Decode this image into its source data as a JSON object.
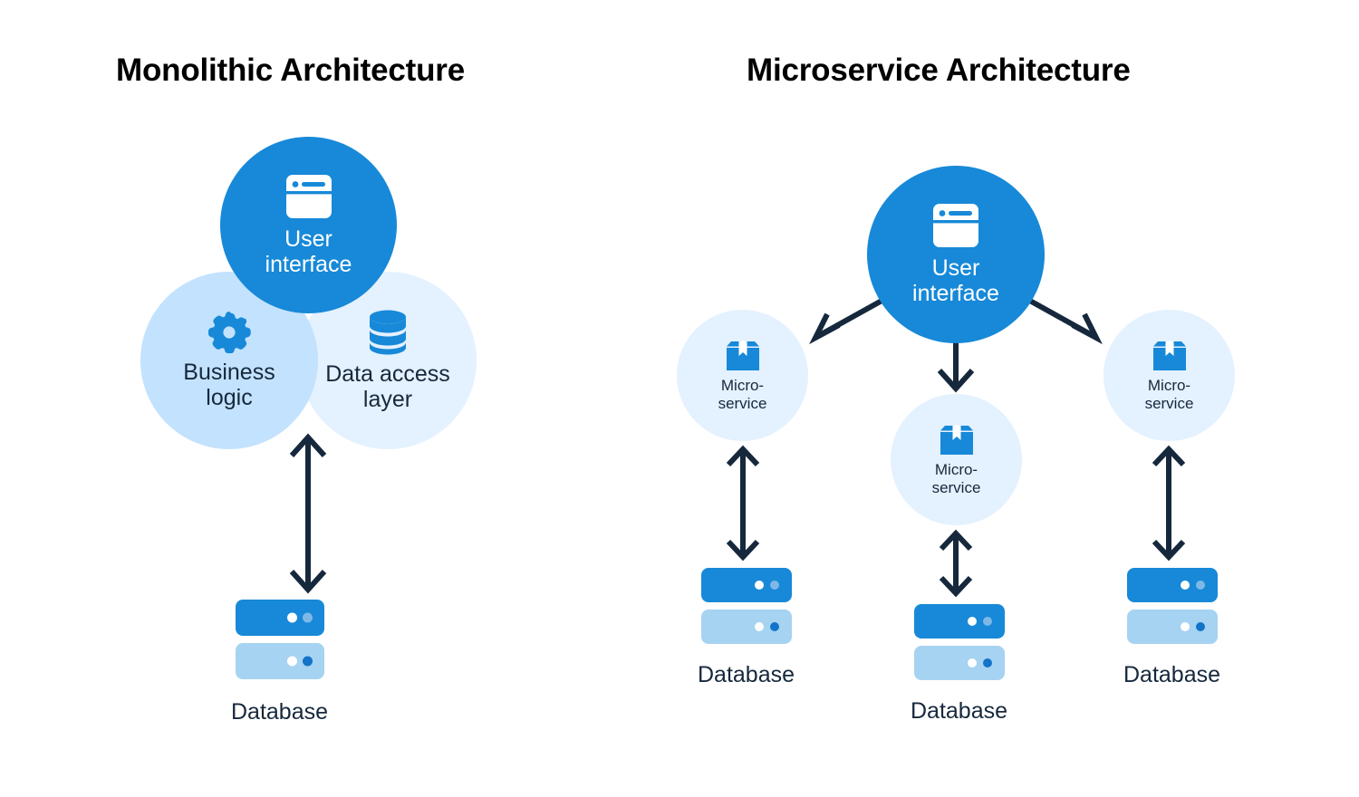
{
  "colors": {
    "primary_blue": "#1789d8",
    "pale_blue": "#e4f1fe",
    "mid_blue": "#c3e2fd",
    "db_light": "#a6d3f2",
    "arrow_navy": "#16283c",
    "text_navy": "#16283c",
    "title_black": "#000000",
    "background": "#ffffff"
  },
  "panels": {
    "monolithic": {
      "title": "Monolithic Architecture",
      "nodes": {
        "user_interface": {
          "label": "User\ninterface",
          "icon": "browser-window-icon"
        },
        "business_logic": {
          "label": "Business\nlogic",
          "icon": "gear-icon"
        },
        "data_access_layer": {
          "label": "Data access\nlayer",
          "icon": "database-cylinder-icon"
        }
      },
      "database": {
        "caption": "Database",
        "icon": "server-stack-icon"
      },
      "connections": [
        {
          "from": "application-layer",
          "to": "database",
          "style": "double-headed-arrow"
        }
      ]
    },
    "microservice": {
      "title": "Microservice Architecture",
      "nodes": {
        "user_interface": {
          "label": "User\ninterface",
          "icon": "browser-window-icon"
        },
        "services": [
          {
            "label": "Micro-\nservice",
            "icon": "package-box-icon",
            "position": "left"
          },
          {
            "label": "Micro-\nservice",
            "icon": "package-box-icon",
            "position": "center"
          },
          {
            "label": "Micro-\nservice",
            "icon": "package-box-icon",
            "position": "right"
          }
        ]
      },
      "databases": [
        {
          "caption": "Database",
          "icon": "server-stack-icon",
          "position": "left"
        },
        {
          "caption": "Database",
          "icon": "server-stack-icon",
          "position": "center"
        },
        {
          "caption": "Database",
          "icon": "server-stack-icon",
          "position": "right"
        }
      ],
      "connections": [
        {
          "from": "user-interface",
          "to": "microservice-left",
          "style": "single-headed-arrow"
        },
        {
          "from": "user-interface",
          "to": "microservice-center",
          "style": "single-headed-arrow"
        },
        {
          "from": "user-interface",
          "to": "microservice-right",
          "style": "single-headed-arrow"
        },
        {
          "from": "microservice-left",
          "to": "database-left",
          "style": "double-headed-arrow"
        },
        {
          "from": "microservice-center",
          "to": "database-center",
          "style": "double-headed-arrow"
        },
        {
          "from": "microservice-right",
          "to": "database-right",
          "style": "double-headed-arrow"
        }
      ]
    }
  }
}
